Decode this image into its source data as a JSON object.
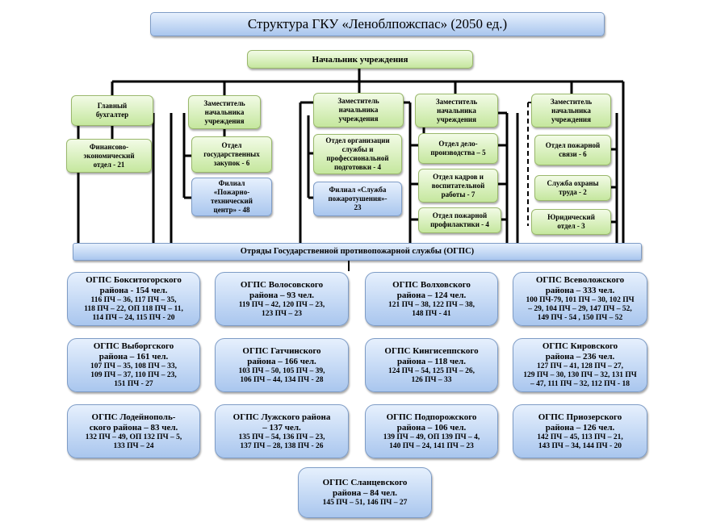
{
  "title": "Структура  ГКУ «Леноблпожспас»  (2050 ед.)",
  "head": "Начальник  учреждения",
  "columns": {
    "accountant": "Главный\nбухгалтер",
    "finance_dept": "Финансово-\nэкономический\nотдел - 21",
    "deputy1": "Заместитель\nначальника\nучреждения",
    "procurement": "Отдел\nгосударственных\nзакупок - 6",
    "fire_tech_branch": "Филиал\n«Пожарно-\nтехнический\nцентр» - 48",
    "deputy2": "Заместитель\nначальника\nучреждения",
    "training_dept": "Отдел организации\nслужбы и\nпрофессиональной\nподготовки - 4",
    "firefighting_branch": "Филиал «Служба\nпожаротушения»-\n23",
    "deputy3": "Заместитель\nначальника\nучреждения",
    "records_dept": "Отдел дело-\nпроизводства – 5",
    "personnel_dept": "Отдел кадров и\nвоспитательной\nработы - 7",
    "prevention_dept": "Отдел пожарной\nпрофилактики - 4",
    "deputy4": "Заместитель\nначальника\nучреждения",
    "comms_dept": "Отдел пожарной\nсвязи - 6",
    "safety_service": "Служба охраны\nтруда - 2",
    "legal_dept": "Юридический\nотдел - 3"
  },
  "ogps_bar": "Отряды  Государственной   противопожарной   службы  (ОГПС)",
  "ogps": [
    {
      "name": "ОГПС  Бокситогорского\nрайона  - 154 чел.",
      "detail": "116 ПЧ – 36, 117 ПЧ – 35,\n118 ПЧ – 22,  ОП 118 ПЧ – 11,\n114 ПЧ – 24, 115 ПЧ - 20"
    },
    {
      "name": "ОГПС  Волосовского\nрайона  – 93 чел.",
      "detail": "119 ПЧ – 42, 120 ПЧ – 23,\n123 ПЧ – 23"
    },
    {
      "name": "ОГПС  Волховского\nрайона  – 124 чел.",
      "detail": "121 ПЧ – 38, 122 ПЧ – 38,\n148 ПЧ - 41"
    },
    {
      "name": "ОГПС  Всеволожского\nрайона  – 333 чел.",
      "detail": "100 ПЧ-79, 101 ПЧ – 30, 102 ПЧ\n– 29, 104 ПЧ – 29, 147 ПЧ – 52,\n149 ПЧ - 54 , 150 ПЧ – 52"
    },
    {
      "name": "ОГПС  Выборгского\nрайона  – 161 чел.",
      "detail": "107 ПЧ – 35, 108 ПЧ – 33,\n109 ПЧ – 37, 110 ПЧ – 23,\n151 ПЧ - 27"
    },
    {
      "name": "ОГПС  Гатчинского\nрайона  – 166 чел.",
      "detail": "103 ПЧ – 50, 105 ПЧ – 39,\n106 ПЧ – 44, 134 ПЧ - 28"
    },
    {
      "name": "ОГПС  Кингисеппского\nрайона  – 118 чел.",
      "detail": "124 ПЧ – 54, 125 ПЧ – 26,\n126 ПЧ – 33"
    },
    {
      "name": "ОГПС  Кировского\nрайона  – 236 чел.",
      "detail": "127 ПЧ – 41, 128 ПЧ – 27,\n129 ПЧ – 30, 130 ПЧ – 32, 131 ПЧ\n– 47, 111 ПЧ – 32,  112 ПЧ - 18"
    },
    {
      "name": "ОГПС  Лодейнополь-\nского района  – 83 чел.",
      "detail": "132 ПЧ – 49,  ОП 132 ПЧ – 5,\n133 ПЧ – 24"
    },
    {
      "name": "ОГПС  Лужского района\n– 137 чел.",
      "detail": "135 ПЧ – 54, 136 ПЧ – 23,\n137 ПЧ – 28, 138 ПЧ - 26"
    },
    {
      "name": "ОГПС  Подпорожского\nрайона  – 106 чел.",
      "detail": "139 ПЧ – 49,  ОП 139 ПЧ – 4,\n140 ПЧ – 24, 141 ПЧ – 23"
    },
    {
      "name": "ОГПС  Приозерского\nрайона  – 126 чел.",
      "detail": "142 ПЧ – 45, 113 ПЧ – 21,\n143 ПЧ – 34, 144 ПЧ - 20"
    },
    {
      "name": "ОГПС  Сланцевского\nрайона  – 84 чел.",
      "detail": "145 ПЧ – 51, 146 ПЧ – 27"
    }
  ]
}
